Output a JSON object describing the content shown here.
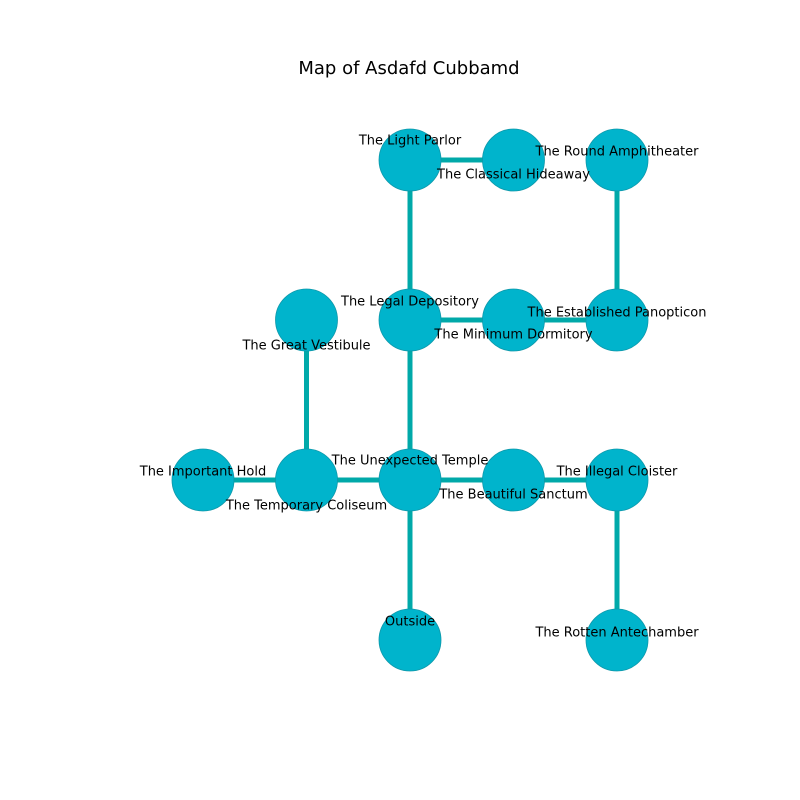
{
  "title": "Map of Asdafd Cubbamd",
  "colors": {
    "node_fill": "#00b4cc",
    "node_stroke": "#0d98aa",
    "edge": "#00a9a9",
    "background": "#ffffff"
  },
  "rooms": [
    {
      "id": "light-parlor",
      "name": "The Light Parlor",
      "col": 2,
      "row": 0
    },
    {
      "id": "classical-hideaway",
      "name": "The Classical Hideaway",
      "col": 3,
      "row": 0
    },
    {
      "id": "round-amphitheater",
      "name": "The Round Amphitheater",
      "col": 4,
      "row": 0
    },
    {
      "id": "great-vestibule",
      "name": "The Great Vestibule",
      "col": 1,
      "row": 1
    },
    {
      "id": "legal-depository",
      "name": "The Legal Depository",
      "col": 2,
      "row": 1
    },
    {
      "id": "minimum-dormitory",
      "name": "The Minimum Dormitory",
      "col": 3,
      "row": 1
    },
    {
      "id": "established-panopticon",
      "name": "The Established Panopticon",
      "col": 4,
      "row": 1
    },
    {
      "id": "important-hold",
      "name": "The Important Hold",
      "col": 0,
      "row": 2
    },
    {
      "id": "temporary-coliseum",
      "name": "The Temporary Coliseum",
      "col": 1,
      "row": 2
    },
    {
      "id": "unexpected-temple",
      "name": "The Unexpected Temple",
      "col": 2,
      "row": 2
    },
    {
      "id": "beautiful-sanctum",
      "name": "The Beautiful Sanctum",
      "col": 3,
      "row": 2
    },
    {
      "id": "illegal-cloister",
      "name": "The Illegal Cloister",
      "col": 4,
      "row": 2
    },
    {
      "id": "outside",
      "name": "Outside",
      "col": 2,
      "row": 3
    },
    {
      "id": "rotten-antechamber",
      "name": "The Rotten Antechamber",
      "col": 4,
      "row": 3
    }
  ],
  "connections": [
    [
      "light-parlor",
      "classical-hideaway"
    ],
    [
      "light-parlor",
      "legal-depository"
    ],
    [
      "round-amphitheater",
      "established-panopticon"
    ],
    [
      "legal-depository",
      "minimum-dormitory"
    ],
    [
      "minimum-dormitory",
      "established-panopticon"
    ],
    [
      "legal-depository",
      "unexpected-temple"
    ],
    [
      "great-vestibule",
      "temporary-coliseum"
    ],
    [
      "important-hold",
      "temporary-coliseum"
    ],
    [
      "temporary-coliseum",
      "unexpected-temple"
    ],
    [
      "unexpected-temple",
      "beautiful-sanctum"
    ],
    [
      "beautiful-sanctum",
      "illegal-cloister"
    ],
    [
      "unexpected-temple",
      "outside"
    ],
    [
      "illegal-cloister",
      "rotten-antechamber"
    ]
  ]
}
